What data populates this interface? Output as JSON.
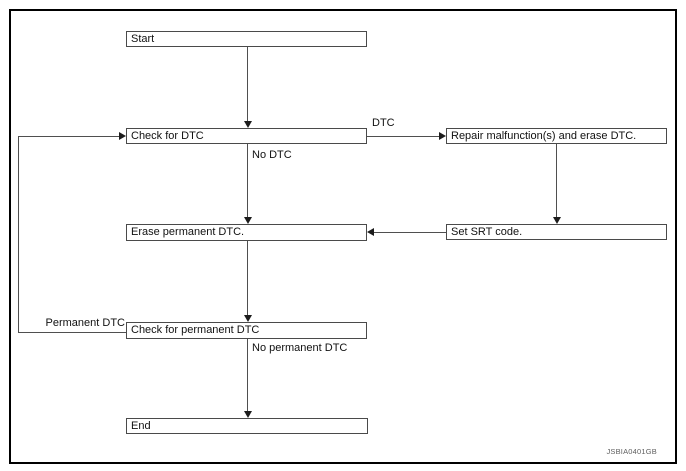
{
  "diagram": {
    "type": "flowchart",
    "watermark": "JSBIA0401GB",
    "nodes": {
      "start": "Start",
      "check_dtc": "Check for DTC",
      "repair": "Repair malfunction(s) and erase DTC.",
      "erase_permanent": "Erase permanent DTC.",
      "set_srt": "Set SRT code.",
      "check_permanent": "Check for permanent DTC",
      "end": "End"
    },
    "edge_labels": {
      "dtc": "DTC",
      "no_dtc": "No DTC",
      "permanent_dtc": "Permanent DTC",
      "no_permanent_dtc": "No permanent DTC"
    },
    "edges": [
      {
        "from": "start",
        "to": "check_dtc",
        "label": ""
      },
      {
        "from": "check_dtc",
        "to": "repair",
        "label": "DTC"
      },
      {
        "from": "check_dtc",
        "to": "erase_permanent",
        "label": "No DTC"
      },
      {
        "from": "repair",
        "to": "set_srt",
        "label": ""
      },
      {
        "from": "set_srt",
        "to": "erase_permanent",
        "label": ""
      },
      {
        "from": "erase_permanent",
        "to": "check_permanent",
        "label": ""
      },
      {
        "from": "check_permanent",
        "to": "check_dtc",
        "label": "Permanent DTC"
      },
      {
        "from": "check_permanent",
        "to": "end",
        "label": "No permanent DTC"
      }
    ],
    "colors": {
      "background": "#ffffff",
      "frame_border": "#000000",
      "box_border": "#4a4a4a",
      "connector_line": "#4f4f4f",
      "arrowhead": "#1c1c1c",
      "text": "#111111",
      "watermark_text": "#5f5f5f"
    }
  }
}
